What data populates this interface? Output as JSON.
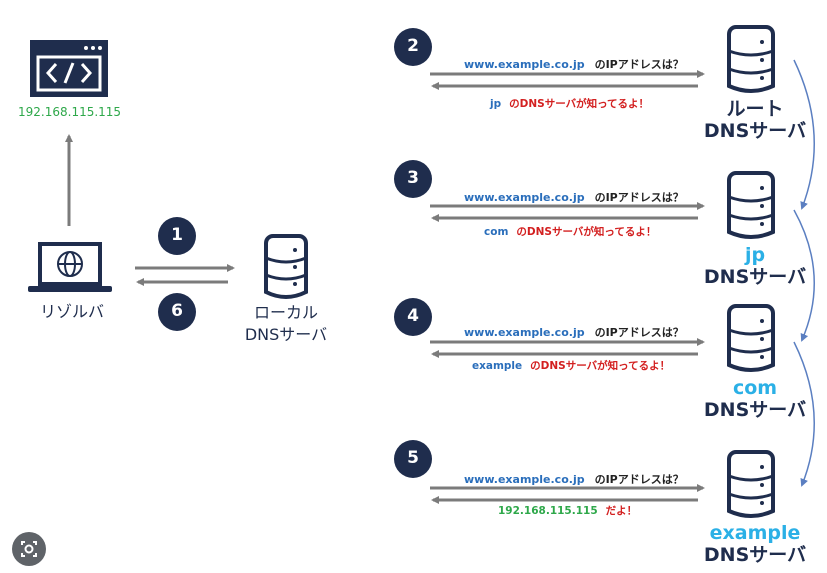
{
  "client": {
    "ip": "192.168.115.115",
    "resolver_label": "リゾルバ",
    "browser_icon": "code-window-icon",
    "laptop_icon": "laptop-globe-icon"
  },
  "local_server": {
    "line1": "ローカル",
    "line2": "DNSサーバ"
  },
  "steps": [
    "1",
    "2",
    "3",
    "4",
    "5",
    "6"
  ],
  "servers": [
    {
      "line1": "ルート",
      "line2": "DNSサーバ"
    },
    {
      "line1": "jp",
      "line2": "DNSサーバ"
    },
    {
      "line1": "com",
      "line2": "DNSサーバ"
    },
    {
      "line1": "example",
      "line2": "DNSサーバ"
    }
  ],
  "exchanges": [
    {
      "query_url": "www.example.co.jp",
      "query_tail": "のIPアドレスは？",
      "answer_key": "jp",
      "answer_tail": "のDNSサーバが知ってるよ！"
    },
    {
      "query_url": "www.example.co.jp",
      "query_tail": "のIPアドレスは？",
      "answer_key": "com",
      "answer_tail": "のDNSサーバが知ってるよ！"
    },
    {
      "query_url": "www.example.co.jp",
      "query_tail": "のIPアドレスは？",
      "answer_key": "example",
      "answer_tail": "のDNSサーバが知ってるよ！"
    },
    {
      "query_url": "www.example.co.jp",
      "query_tail": "のIPアドレスは？",
      "answer_key": "192.168.115.115",
      "answer_tail": "だよ！"
    }
  ],
  "colors": {
    "navy": "#1f2d4d",
    "arrow": "#7b7b7b",
    "blue": "#2a6ebb",
    "cyan": "#2bb0e6",
    "green": "#2ea84a",
    "red": "#d32020"
  },
  "lens_icon": "google-lens-icon"
}
